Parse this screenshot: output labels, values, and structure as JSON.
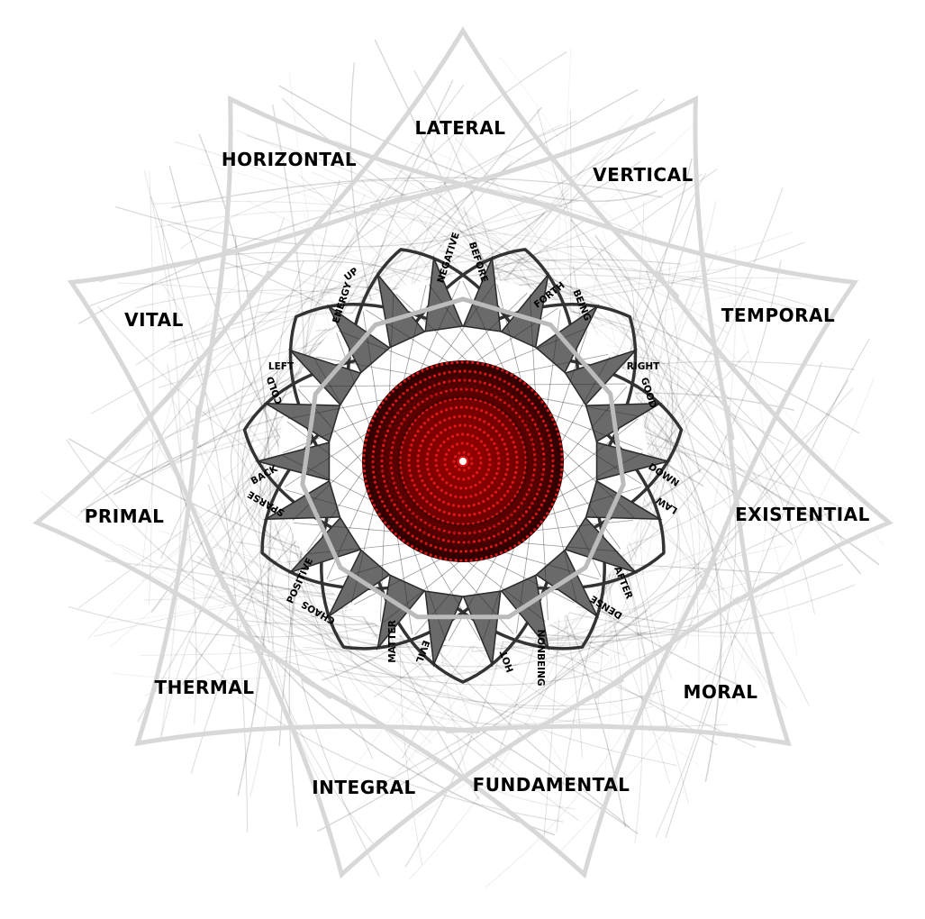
{
  "outer_labels": [
    {
      "key": "lateral",
      "text": "LATERAL"
    },
    {
      "key": "vertical",
      "text": "VERTICAL"
    },
    {
      "key": "temporal",
      "text": "TEMPORAL"
    },
    {
      "key": "existential",
      "text": "EXISTENTIAL"
    },
    {
      "key": "moral",
      "text": "MORAL"
    },
    {
      "key": "fundamental",
      "text": "FUNDAMENTAL"
    },
    {
      "key": "integral",
      "text": "INTEGRAL"
    },
    {
      "key": "thermal",
      "text": "THERMAL"
    },
    {
      "key": "primal",
      "text": "PRIMAL"
    },
    {
      "key": "vital",
      "text": "VITAL"
    },
    {
      "key": "horizontal",
      "text": "HORIZONTAL"
    }
  ],
  "inner_labels": [
    {
      "key": "negative",
      "text": "NEGATIVE"
    },
    {
      "key": "before",
      "text": "BEFORE"
    },
    {
      "key": "forth",
      "text": "FORTH"
    },
    {
      "key": "being",
      "text": "BEING"
    },
    {
      "key": "right",
      "text": "RIGHT"
    },
    {
      "key": "good",
      "text": "GOOD"
    },
    {
      "key": "down",
      "text": "DOWN"
    },
    {
      "key": "law",
      "text": "LAW"
    },
    {
      "key": "after",
      "text": "AFTER"
    },
    {
      "key": "dense",
      "text": "DENSE"
    },
    {
      "key": "nonbeing",
      "text": "NONBEING"
    },
    {
      "key": "hot",
      "text": "HOT"
    },
    {
      "key": "evil",
      "text": "EVIL"
    },
    {
      "key": "matter",
      "text": "MATTER"
    },
    {
      "key": "chaos",
      "text": "CHAOS"
    },
    {
      "key": "positive",
      "text": "POSITIVE"
    },
    {
      "key": "sparse",
      "text": "SPARSE"
    },
    {
      "key": "back",
      "text": "BACK"
    },
    {
      "key": "cold",
      "text": "COLD"
    },
    {
      "key": "left",
      "text": "LEFT"
    },
    {
      "key": "energy",
      "text": "ENERGY"
    },
    {
      "key": "up",
      "text": "UP"
    }
  ],
  "colors": {
    "center": "#7a0000",
    "dots": "#e01818",
    "dark_triangle": "#6a6a6a",
    "outline": "#333333",
    "outer_petal": "#d8d8d8"
  }
}
